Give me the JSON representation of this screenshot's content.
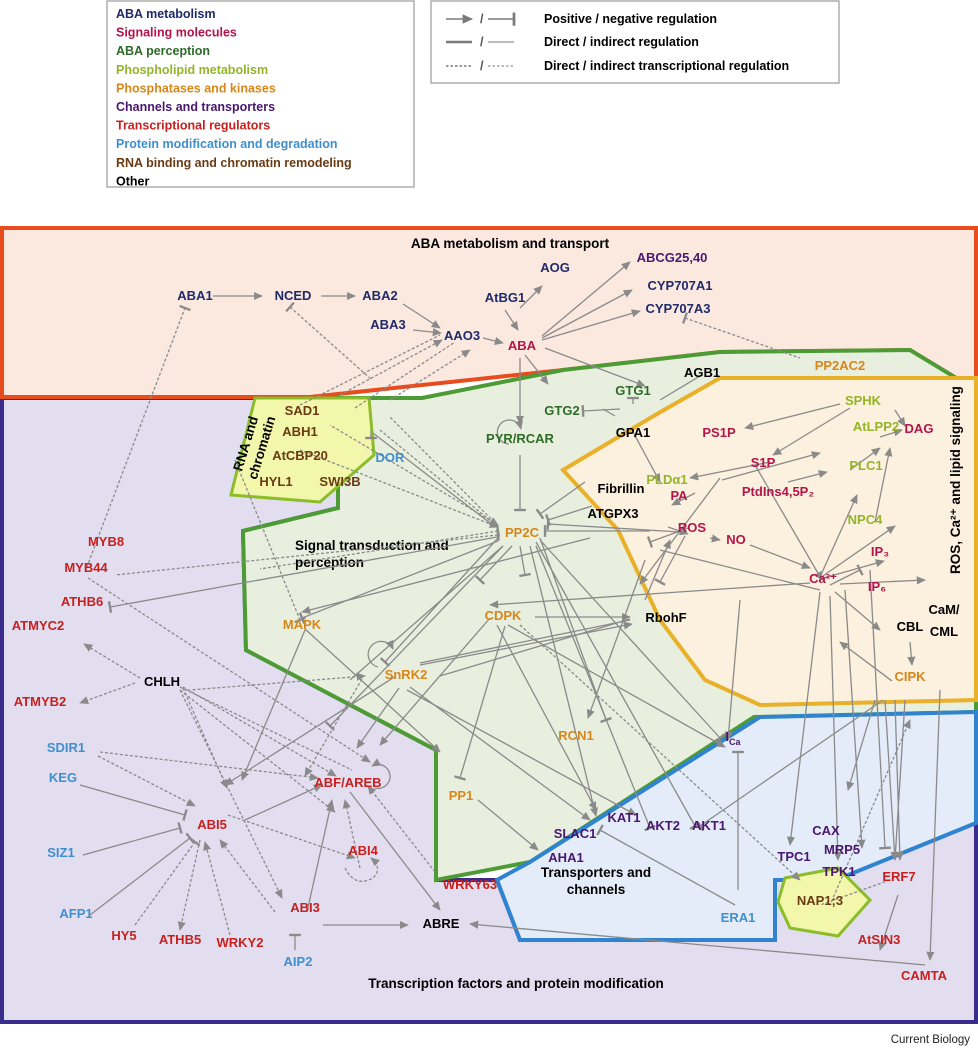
{
  "colors": {
    "metabolism": "#1f2a6b",
    "signaling": "#b5134a",
    "perception": "#2e6b27",
    "phospholipid": "#94b42a",
    "kinases": "#d7871a",
    "channels": "#4a1670",
    "transcription": "#c8201e",
    "protein": "#3f8fcf",
    "rna": "#6a3a12",
    "other": "#000000"
  },
  "legend": {
    "categories": [
      {
        "key": "metabolism",
        "label": "ABA metabolism"
      },
      {
        "key": "signaling",
        "label": "Signaling molecules"
      },
      {
        "key": "perception",
        "label": "ABA perception"
      },
      {
        "key": "phospholipid",
        "label": "Phospholipid metabolism"
      },
      {
        "key": "kinases",
        "label": "Phosphatases and kinases"
      },
      {
        "key": "channels",
        "label": "Channels and transporters"
      },
      {
        "key": "transcription",
        "label": "Transcriptional regulators"
      },
      {
        "key": "protein",
        "label": "Protein modification and degradation"
      },
      {
        "key": "rna",
        "label": "RNA binding and chromatin remodeling"
      },
      {
        "key": "other",
        "label": "Other"
      }
    ],
    "line_types": [
      {
        "sep": "/",
        "label": "Positive / negative regulation"
      },
      {
        "sep": "/",
        "label": "Direct / indirect regulation"
      },
      {
        "sep": "/",
        "label": "Direct / indirect transcriptional regulation"
      }
    ]
  },
  "regions": {
    "metabolism_label": "ABA metabolism and transport",
    "signal_label": [
      "Signal transduction and",
      "perception"
    ],
    "ros_label": "ROS, Ca²⁺ and lipid signaling",
    "rna_label": [
      "RNA and",
      "chromatin"
    ],
    "transporters_label": [
      "Transporters and",
      "channels"
    ],
    "tf_label": "Transcription factors and protein modification"
  },
  "nodes": [
    {
      "id": "ABA1",
      "label": "ABA1",
      "cat": "metabolism"
    },
    {
      "id": "NCED",
      "label": "NCED",
      "cat": "metabolism"
    },
    {
      "id": "ABA2",
      "label": "ABA2",
      "cat": "metabolism"
    },
    {
      "id": "ABA3",
      "label": "ABA3",
      "cat": "metabolism"
    },
    {
      "id": "AAO3",
      "label": "AAO3",
      "cat": "metabolism"
    },
    {
      "id": "AtBG1",
      "label": "AtBG1",
      "cat": "metabolism"
    },
    {
      "id": "AOG",
      "label": "AOG",
      "cat": "metabolism"
    },
    {
      "id": "ABA",
      "label": "ABA",
      "cat": "signaling"
    },
    {
      "id": "ABCG25",
      "label": "ABCG25,40",
      "cat": "channels"
    },
    {
      "id": "CYP707A1",
      "label": "CYP707A1",
      "cat": "metabolism"
    },
    {
      "id": "CYP707A3",
      "label": "CYP707A3",
      "cat": "metabolism"
    },
    {
      "id": "PP2AC2",
      "label": "PP2AC2",
      "cat": "kinases"
    },
    {
      "id": "GTG1",
      "label": "GTG1",
      "cat": "perception"
    },
    {
      "id": "GTG2",
      "label": "GTG2",
      "cat": "perception"
    },
    {
      "id": "AGB1",
      "label": "AGB1",
      "cat": "other"
    },
    {
      "id": "GPA1",
      "label": "GPA1",
      "cat": "other"
    },
    {
      "id": "PYR",
      "label": "PYR/RCAR",
      "cat": "perception"
    },
    {
      "id": "SAD1",
      "label": "SAD1",
      "cat": "rna"
    },
    {
      "id": "ABH1",
      "label": "ABH1",
      "cat": "rna"
    },
    {
      "id": "AtCBP20",
      "label": "AtCBP20",
      "cat": "rna"
    },
    {
      "id": "HYL1",
      "label": "HYL1",
      "cat": "rna"
    },
    {
      "id": "SWI3B",
      "label": "SWI3B",
      "cat": "rna"
    },
    {
      "id": "DOR",
      "label": "DOR",
      "cat": "protein"
    },
    {
      "id": "SPHK",
      "label": "SPHK",
      "cat": "phospholipid"
    },
    {
      "id": "PS1P",
      "label": "PS1P",
      "cat": "signaling"
    },
    {
      "id": "AtLPP2",
      "label": "AtLPP2",
      "cat": "phospholipid"
    },
    {
      "id": "DAG",
      "label": "DAG",
      "cat": "signaling"
    },
    {
      "id": "S1P",
      "label": "S1P",
      "cat": "signaling"
    },
    {
      "id": "PLC1",
      "label": "PLC1",
      "cat": "phospholipid"
    },
    {
      "id": "PLDa1",
      "label": "PLDα1",
      "cat": "phospholipid"
    },
    {
      "id": "Fibrillin",
      "label": "Fibrillin",
      "cat": "other"
    },
    {
      "id": "ATGPX3",
      "label": "ATGPX3",
      "cat": "other"
    },
    {
      "id": "PA",
      "label": "PA",
      "cat": "signaling"
    },
    {
      "id": "PtdIns",
      "label": "PtdIns4,5P₂",
      "cat": "signaling"
    },
    {
      "id": "NPC4",
      "label": "NPC4",
      "cat": "phospholipid"
    },
    {
      "id": "IP3",
      "label": "IP₃",
      "cat": "signaling"
    },
    {
      "id": "IP6",
      "label": "IP₆",
      "cat": "signaling"
    },
    {
      "id": "PP2C",
      "label": "PP2C",
      "cat": "kinases"
    },
    {
      "id": "ROS",
      "label": "ROS",
      "cat": "signaling"
    },
    {
      "id": "NO",
      "label": "NO",
      "cat": "signaling"
    },
    {
      "id": "Ca",
      "label": "Ca²⁺",
      "cat": "signaling"
    },
    {
      "id": "MAPK",
      "label": "MAPK",
      "cat": "kinases"
    },
    {
      "id": "CDPK",
      "label": "CDPK",
      "cat": "kinases"
    },
    {
      "id": "RbohF",
      "label": "RbohF",
      "cat": "other"
    },
    {
      "id": "CaM",
      "label": "CaM/",
      "cat": "other"
    },
    {
      "id": "CML",
      "label": "CML",
      "cat": "other"
    },
    {
      "id": "CBL",
      "label": "CBL",
      "cat": "other"
    },
    {
      "id": "CIPK",
      "label": "CIPK",
      "cat": "kinases"
    },
    {
      "id": "SnRK2",
      "label": "SnRK2",
      "cat": "kinases"
    },
    {
      "id": "MYB8",
      "label": "MYB8",
      "cat": "transcription"
    },
    {
      "id": "MYB44",
      "label": "MYB44",
      "cat": "transcription"
    },
    {
      "id": "ATHB6",
      "label": "ATHB6",
      "cat": "transcription"
    },
    {
      "id": "ATMYC2",
      "label": "ATMYC2",
      "cat": "transcription"
    },
    {
      "id": "ATMYB2",
      "label": "ATMYB2",
      "cat": "transcription"
    },
    {
      "id": "CHLH",
      "label": "CHLH",
      "cat": "other"
    },
    {
      "id": "SDIR1",
      "label": "SDIR1",
      "cat": "protein"
    },
    {
      "id": "KEG",
      "label": "KEG",
      "cat": "protein"
    },
    {
      "id": "ABI5",
      "label": "ABI5",
      "cat": "transcription"
    },
    {
      "id": "ABF",
      "label": "ABF/AREB",
      "cat": "transcription"
    },
    {
      "id": "ABI4",
      "label": "ABI4",
      "cat": "transcription"
    },
    {
      "id": "RCN1",
      "label": "RCN1",
      "cat": "kinases"
    },
    {
      "id": "PP1",
      "label": "PP1",
      "cat": "kinases"
    },
    {
      "id": "KAT1",
      "label": "KAT1",
      "cat": "channels"
    },
    {
      "id": "Ica",
      "label": "I",
      "sub": "Ca",
      "cat": "channels"
    },
    {
      "id": "SLAC1",
      "label": "SLAC1",
      "cat": "channels"
    },
    {
      "id": "AKT2",
      "label": "AKT2",
      "cat": "channels"
    },
    {
      "id": "AKT1",
      "label": "AKT1",
      "cat": "channels"
    },
    {
      "id": "TPC1",
      "label": "TPC1",
      "cat": "channels"
    },
    {
      "id": "CAX",
      "label": "CAX",
      "cat": "channels"
    },
    {
      "id": "MRP5",
      "label": "MRP5",
      "cat": "channels"
    },
    {
      "id": "TPK1",
      "label": "TPK1",
      "cat": "channels"
    },
    {
      "id": "AHA1",
      "label": "AHA1",
      "cat": "channels"
    },
    {
      "id": "SIZ1",
      "label": "SIZ1",
      "cat": "protein"
    },
    {
      "id": "WRKY63",
      "label": "WRKY63",
      "cat": "transcription"
    },
    {
      "id": "AFP1",
      "label": "AFP1",
      "cat": "protein"
    },
    {
      "id": "HY5",
      "label": "HY5",
      "cat": "transcription"
    },
    {
      "id": "ATHB5",
      "label": "ATHB5",
      "cat": "transcription"
    },
    {
      "id": "WRKY2",
      "label": "WRKY2",
      "cat": "transcription"
    },
    {
      "id": "ABI3",
      "label": "ABI3",
      "cat": "transcription"
    },
    {
      "id": "ABRE",
      "label": "ABRE",
      "cat": "other"
    },
    {
      "id": "AIP2",
      "label": "AIP2",
      "cat": "protein"
    },
    {
      "id": "ERA1",
      "label": "ERA1",
      "cat": "protein"
    },
    {
      "id": "NAP13",
      "label": "NAP1;3",
      "cat": "rna"
    },
    {
      "id": "ERF7",
      "label": "ERF7",
      "cat": "transcription"
    },
    {
      "id": "AtSIN3",
      "label": "AtSIN3",
      "cat": "transcription"
    },
    {
      "id": "CAMTA",
      "label": "CAMTA",
      "cat": "transcription"
    }
  ],
  "credit": "Current Biology"
}
